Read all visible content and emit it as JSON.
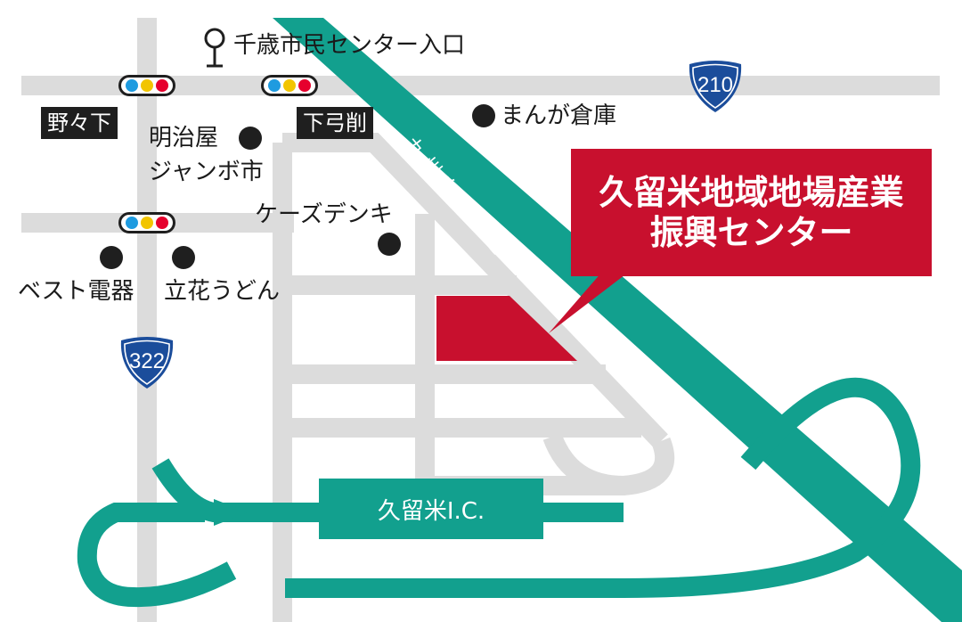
{
  "map": {
    "destination": {
      "name_line1": "久留米地域地場産業",
      "name_line2": "振興センター",
      "color": "#c8102e"
    },
    "expressway": {
      "name": "九州自動車道",
      "color": "#12a08e"
    },
    "interchange": {
      "name": "久留米I.C."
    },
    "route_shields": [
      {
        "number": "210",
        "color": "#1b4d9b"
      },
      {
        "number": "322",
        "color": "#1b4d9b"
      }
    ],
    "bus_stop": {
      "name": "千歳市民センター入口",
      "icon": "bus-stop-pin-icon"
    },
    "intersections": [
      {
        "name": "野々下"
      },
      {
        "name": "下弓削"
      }
    ],
    "landmarks": [
      {
        "name": "まんが倉庫"
      },
      {
        "name": "明治屋"
      },
      {
        "name": "ジャンボ市"
      },
      {
        "name": "ケーズデンキ"
      },
      {
        "name": "ベスト電器"
      },
      {
        "name": "立花うどん"
      }
    ],
    "traffic_light_colors": {
      "blue": "#1e9be0",
      "yellow": "#f2c500",
      "red": "#e6002d"
    },
    "road_color": "#dcdcdc"
  }
}
